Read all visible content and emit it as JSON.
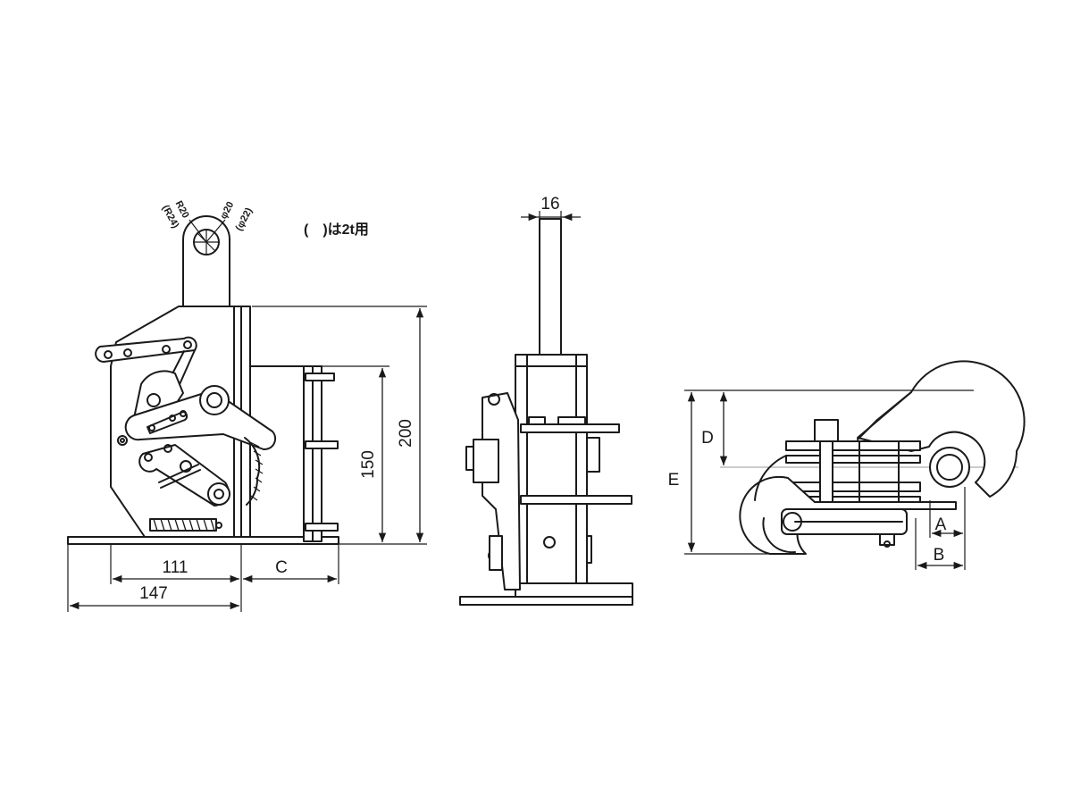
{
  "note": "(　)は2t用",
  "side_view": {
    "dim_111": "111",
    "dim_147": "147",
    "dim_c": "C",
    "dim_150": "150",
    "dim_200": "200",
    "label_r20": "R20",
    "label_r24": "(R24)",
    "label_phi20": "φ20",
    "label_phi22": "(φ22)"
  },
  "front_view": {
    "dim_16": "16"
  },
  "top_view": {
    "dim_d": "D",
    "dim_e": "E",
    "dim_a": "A",
    "dim_b": "B"
  },
  "colors": {
    "line": "#1a1a1a",
    "background": "#ffffff",
    "centerline": "#9a9a9a"
  }
}
